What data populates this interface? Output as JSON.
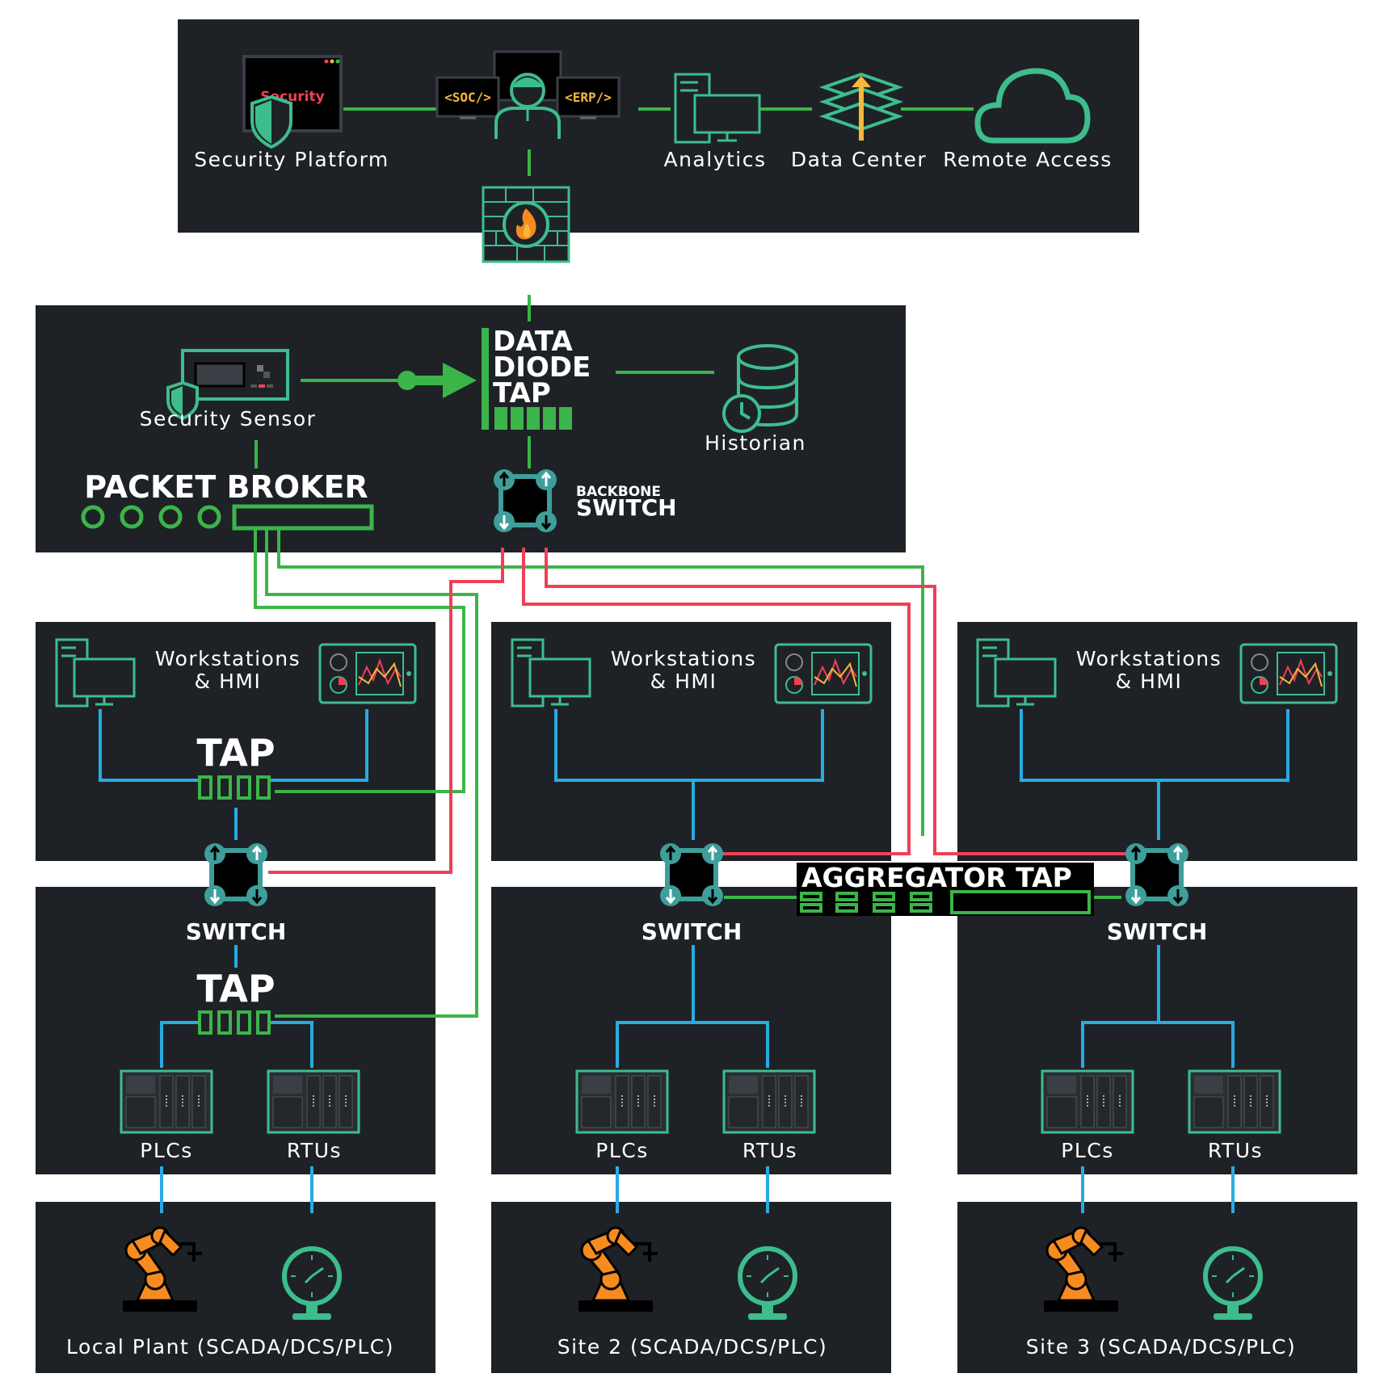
{
  "colors": {
    "panel": "#1e2226",
    "green": "#3bb54a",
    "teal_icon": "#3dbd8d",
    "blue": "#29abe2",
    "red": "#ef4056",
    "orange": "#f68b1f",
    "switch_teal": "#3d9e9a"
  },
  "top": {
    "security_platform": "Security Platform",
    "security_screen": "Security",
    "soc": "<SOC/>",
    "erp": "<ERP/>",
    "analytics": "Analytics",
    "data_center": "Data Center",
    "remote_access": "Remote Access",
    "firewall": "Firewall"
  },
  "backbone": {
    "security_sensor": "Security Sensor",
    "data_diode_tap": [
      "DATA",
      "DIODE",
      "TAP"
    ],
    "historian": "Historian",
    "packet_broker": "PACKET BROKER",
    "backbone_switch_top": "BACKBONE",
    "backbone_switch_bottom": "SWITCH"
  },
  "sites": [
    {
      "workstations": [
        "Workstations",
        "& HMI"
      ],
      "tap_upper": "TAP",
      "switch": "SWITCH",
      "tap_lower": "TAP",
      "plcs": "PLCs",
      "rtus": "RTUs",
      "site_name": "Local Plant (SCADA/DCS/PLC)"
    },
    {
      "workstations": [
        "Workstations",
        "& HMI"
      ],
      "switch": "SWITCH",
      "plcs": "PLCs",
      "rtus": "RTUs",
      "site_name": "Site 2 (SCADA/DCS/PLC)"
    },
    {
      "workstations": [
        "Workstations",
        "& HMI"
      ],
      "switch": "SWITCH",
      "plcs": "PLCs",
      "rtus": "RTUs",
      "site_name": "Site 3 (SCADA/DCS/PLC)"
    }
  ],
  "aggregator_tap": "AGGREGATOR TAP"
}
